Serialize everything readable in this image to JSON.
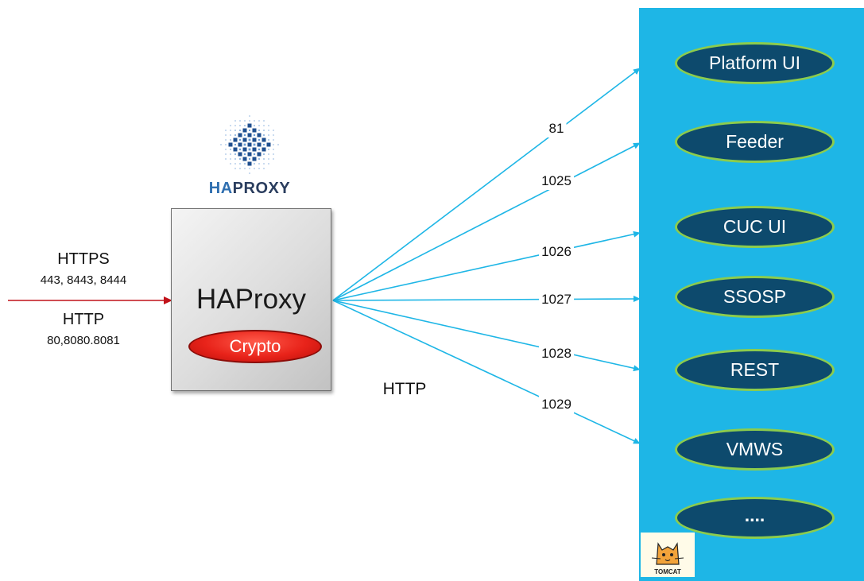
{
  "colors": {
    "panel": "#1eb6e6",
    "pill_fill": "#0d4a6d",
    "pill_border": "#8ccc4d",
    "crypto": "#e8231a",
    "incoming_arrow": "#c1121a",
    "connector": "#1eb6e6"
  },
  "incoming": {
    "https_label": "HTTPS",
    "https_ports": "443, 8443, 8444",
    "http_label": "HTTP",
    "http_ports": "80,8080.8081"
  },
  "haproxy": {
    "logo_text_prefix": "HA",
    "logo_text_suffix": "PROXY",
    "title": "HAProxy",
    "crypto_label": "Crypto"
  },
  "middle_label": "HTTP",
  "connections": [
    {
      "port": "81",
      "target": "Platform UI"
    },
    {
      "port": "1025",
      "target": "Feeder"
    },
    {
      "port": "1026",
      "target": "CUC UI"
    },
    {
      "port": "1027",
      "target": "SSOSP"
    },
    {
      "port": "1028",
      "target": "REST"
    },
    {
      "port": "1029",
      "target": "VMWS"
    }
  ],
  "services": [
    "Platform UI",
    "Feeder",
    "CUC UI",
    "SSOSP",
    "REST",
    "VMWS",
    "...."
  ],
  "tomcat": {
    "label": "TOMCAT",
    "icon": "tomcat-cat-icon"
  }
}
